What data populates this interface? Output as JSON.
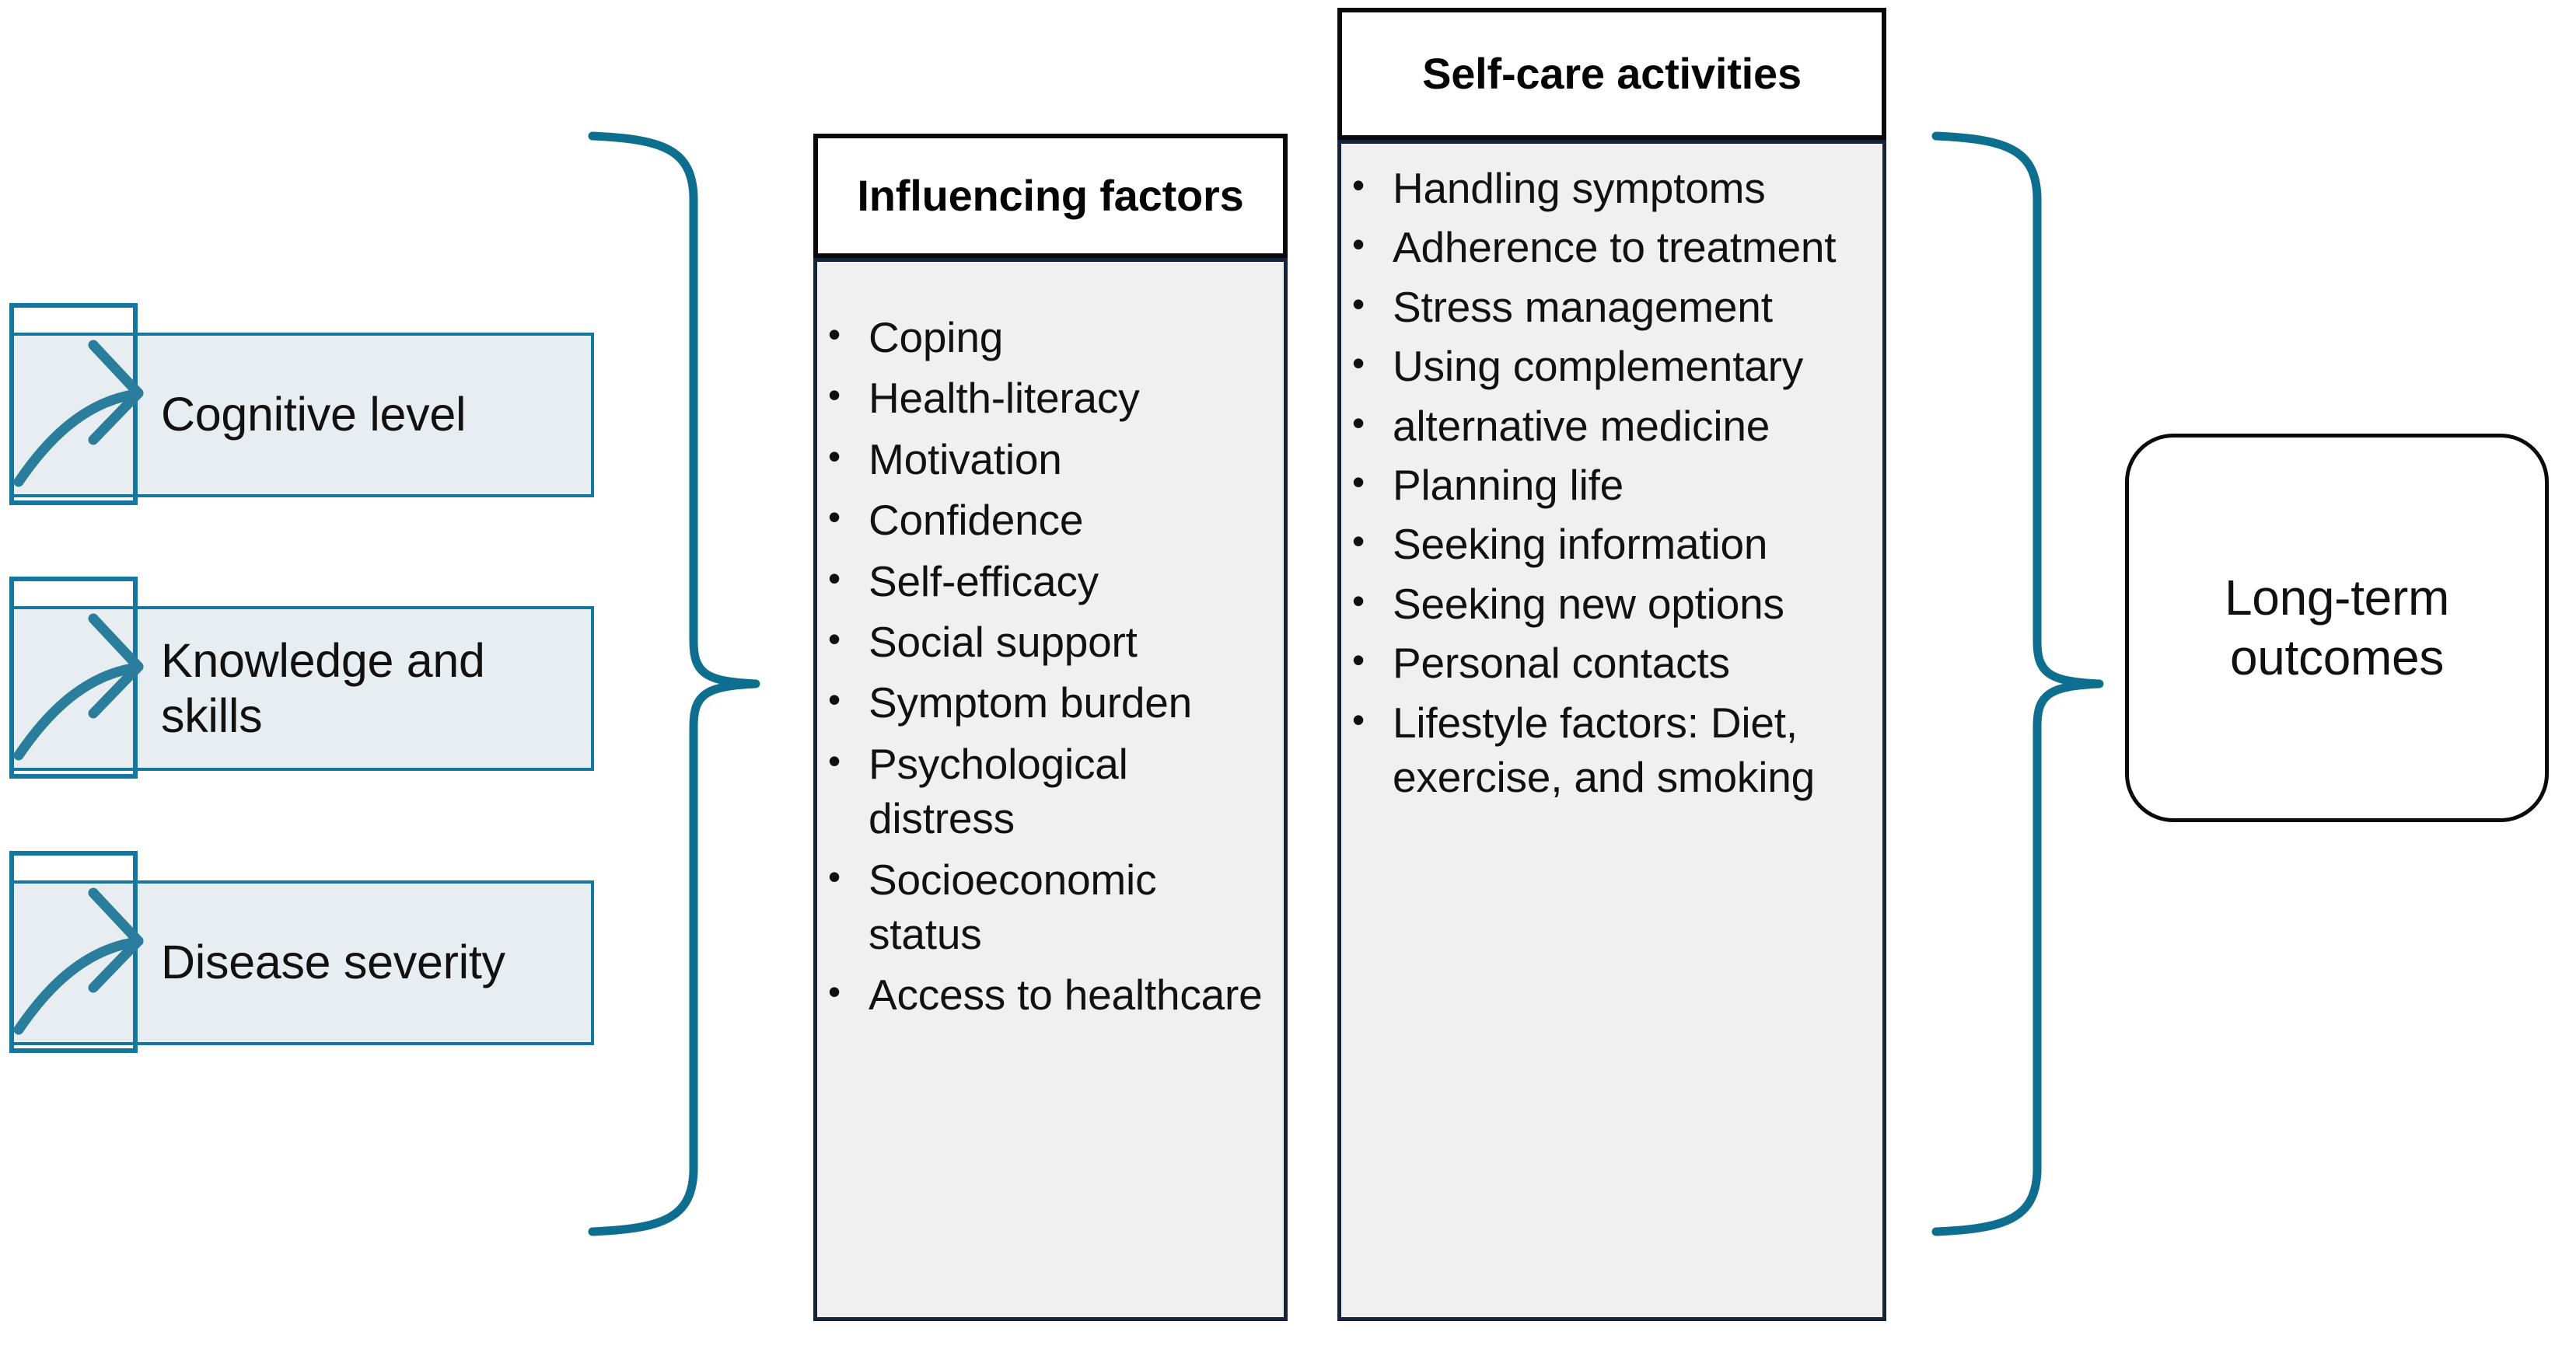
{
  "diagram": {
    "title_hidden": "",
    "colors": {
      "teal_accent": "#14789E",
      "box_fill_gray": "#E8EDF1",
      "list_fill_gray": "#F0F0F0",
      "header_border": "#0A0A0A",
      "body_border": "#16243A",
      "text": "#111111",
      "page_background": "#FFFFFF"
    }
  },
  "determinants": {
    "icon_name": "growth-arrow-icon",
    "items": [
      {
        "label": "Cognitive level"
      },
      {
        "label": "Knowledge and skills"
      },
      {
        "label": "Disease severity"
      }
    ]
  },
  "braces": {
    "left": {
      "name": "left-curly-brace",
      "direction": "right-pointing"
    },
    "right": {
      "name": "right-curly-brace",
      "direction": "right-pointing"
    }
  },
  "influencing_factors": {
    "header": "Influencing factors",
    "bullet_glyph": "•",
    "items": [
      "Coping",
      "Health-literacy",
      "Motivation",
      "Confidence",
      "Self-efficacy",
      "Social support",
      "Symptom burden",
      "Psychological distress",
      "Socioeconomic status",
      "Access to healthcare"
    ]
  },
  "self_care_activities": {
    "header": "Self-care activities",
    "bullet_glyph": "•",
    "items": [
      "Handling symptoms",
      "Adherence to treatment",
      "Stress management",
      "Using complementary",
      "alternative medicine",
      "Planning life",
      "Seeking information",
      "Seeking new options",
      "Personal contacts",
      "Lifestyle factors: Diet, exercise, and smoking"
    ]
  },
  "outcome": {
    "label": "Long-term outcomes"
  }
}
